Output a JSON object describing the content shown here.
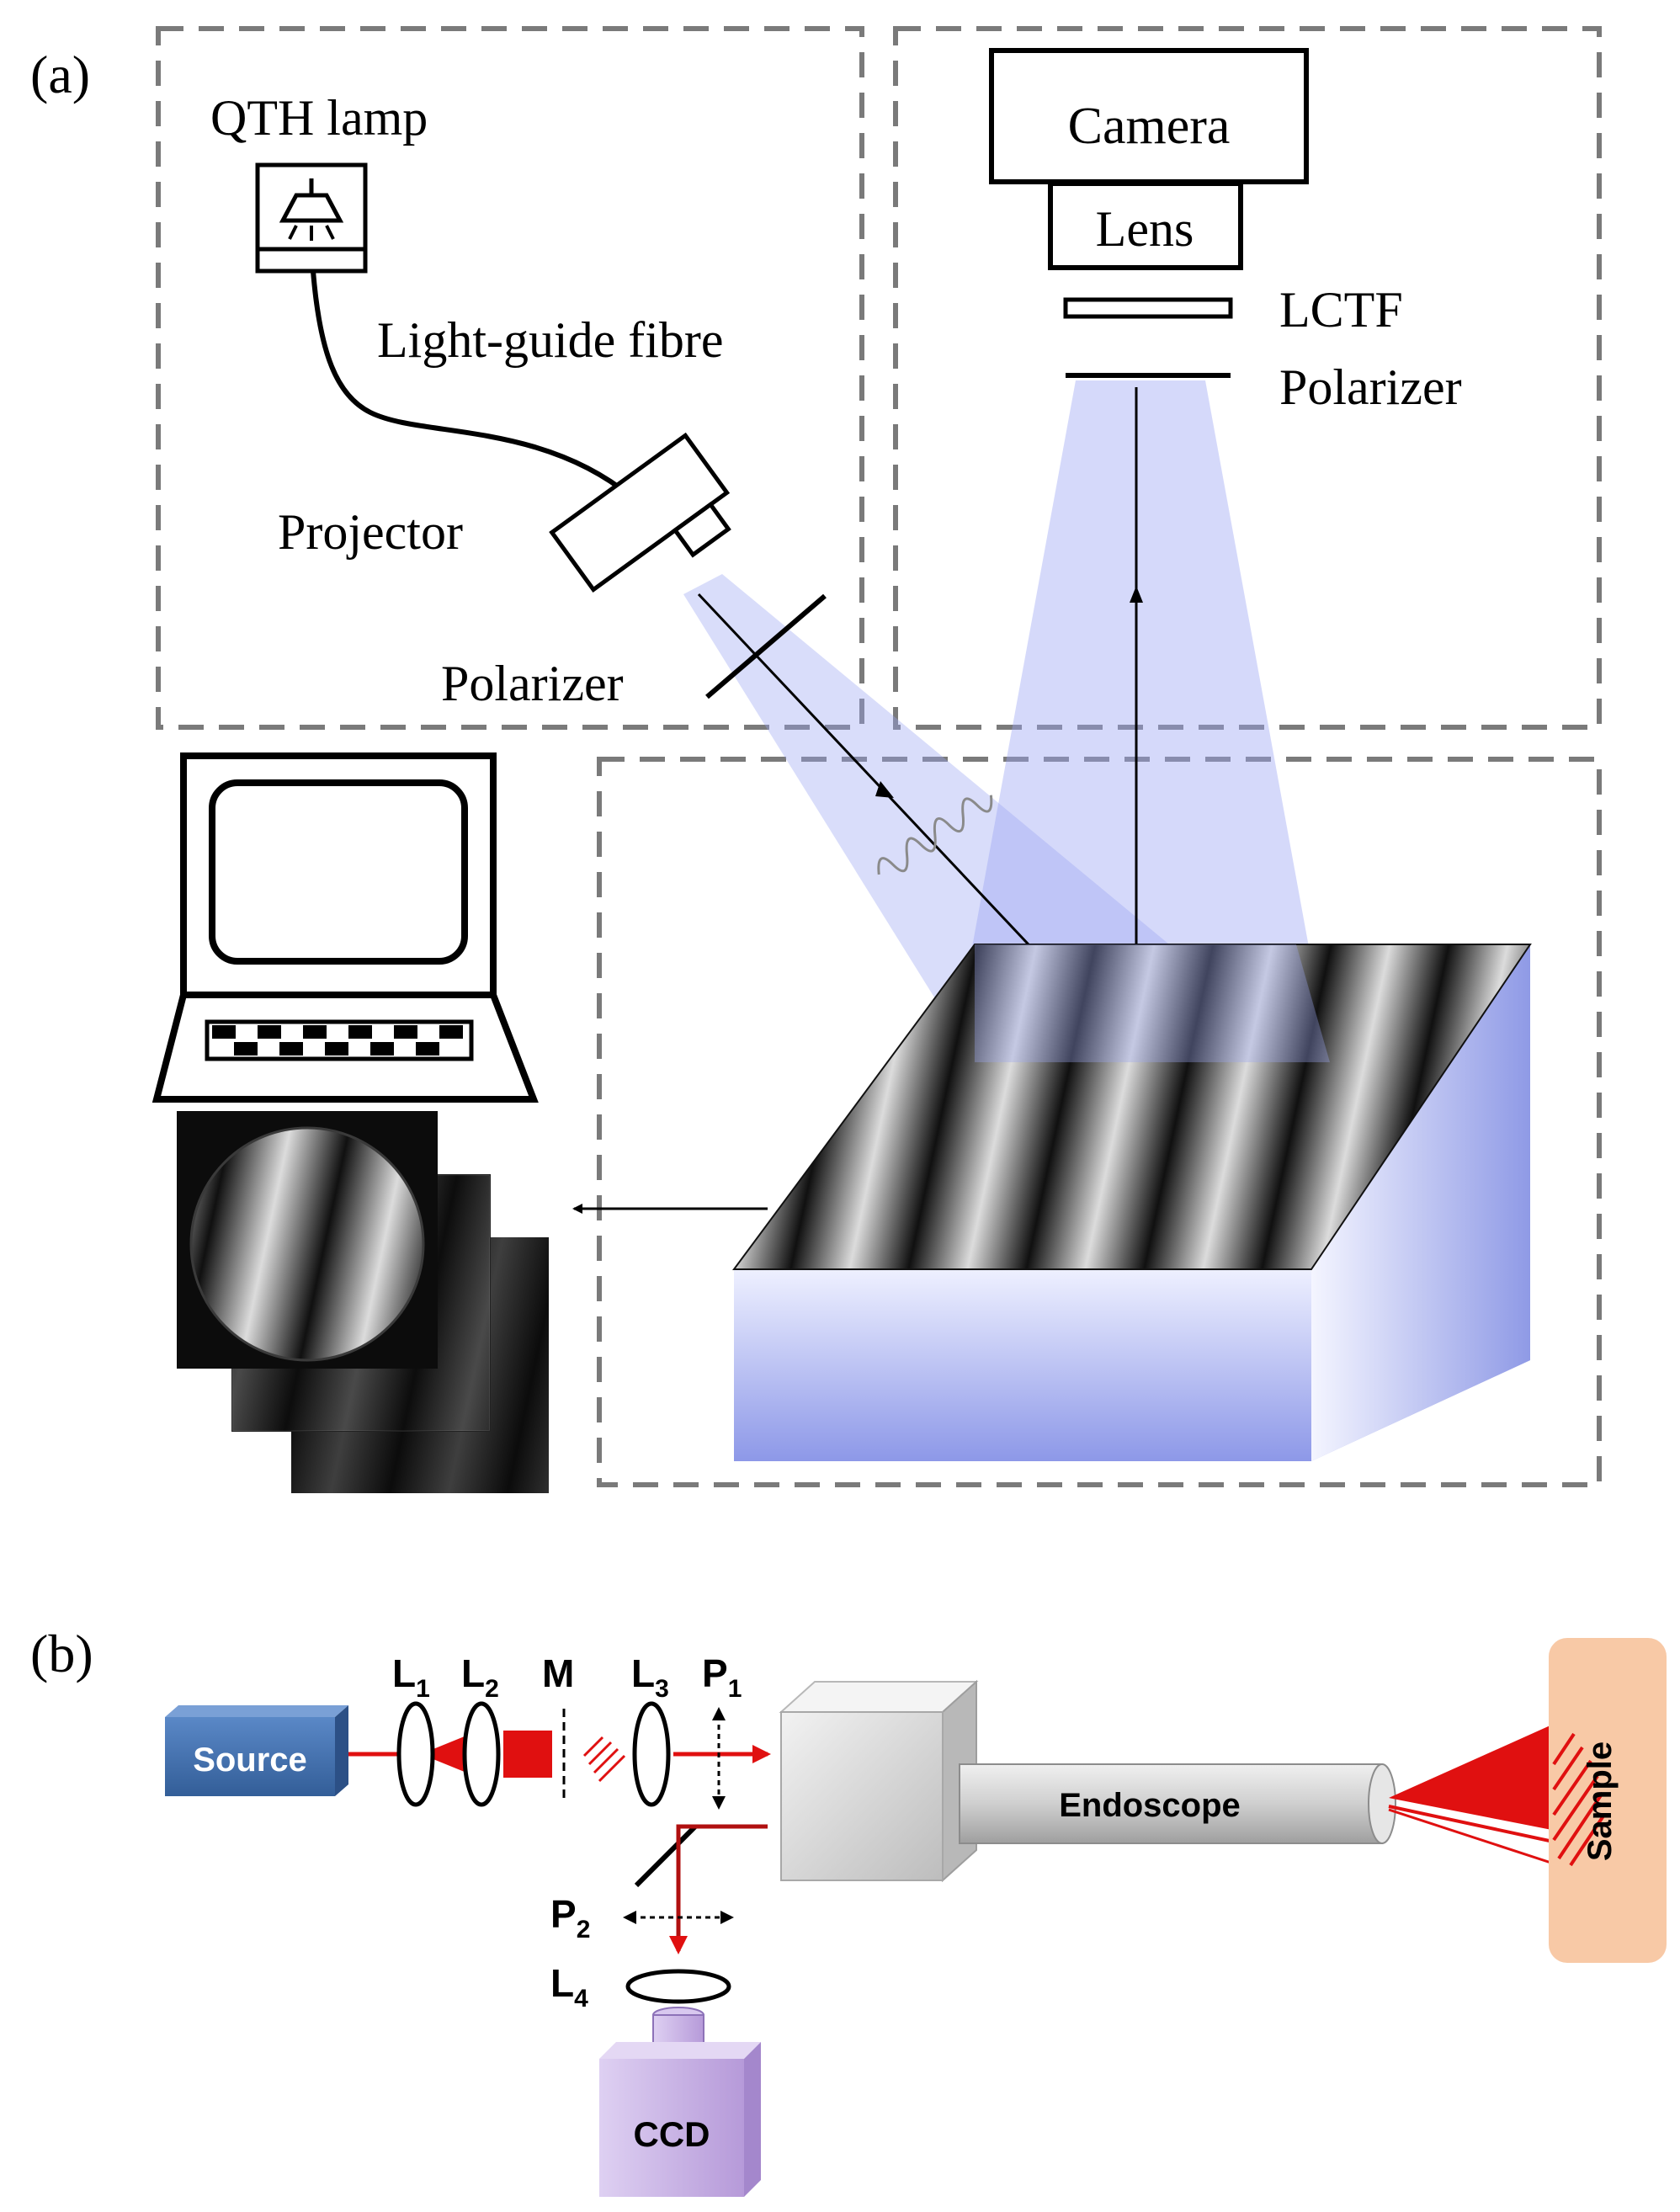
{
  "panel_a": {
    "label": "(a)",
    "qth_lamp": "QTH lamp",
    "light_guide_fibre": "Light-guide fibre",
    "projector": "Projector",
    "polarizer_source": "Polarizer",
    "camera": "Camera",
    "lens": "Lens",
    "lctf": "LCTF",
    "polarizer_camera": "Polarizer"
  },
  "panel_b": {
    "label": "(b)",
    "source": "Source",
    "l1": "L",
    "l1_sub": "1",
    "l2": "L",
    "l2_sub": "2",
    "m": "M",
    "l3": "L",
    "l3_sub": "3",
    "p1": "P",
    "p1_sub": "1",
    "p2": "P",
    "p2_sub": "2",
    "l4": "L",
    "l4_sub": "4",
    "ccd": "CCD",
    "endoscope": "Endoscope",
    "sample": "Sample"
  },
  "colors": {
    "dash_box": "#7a7a7a",
    "light_blue": "#9aa5f2",
    "laser_red": "#e01010",
    "source_blue": "#3f6fae",
    "ccd_purple": "#c9b3e6",
    "sample_peach": "#f8c9a6"
  }
}
